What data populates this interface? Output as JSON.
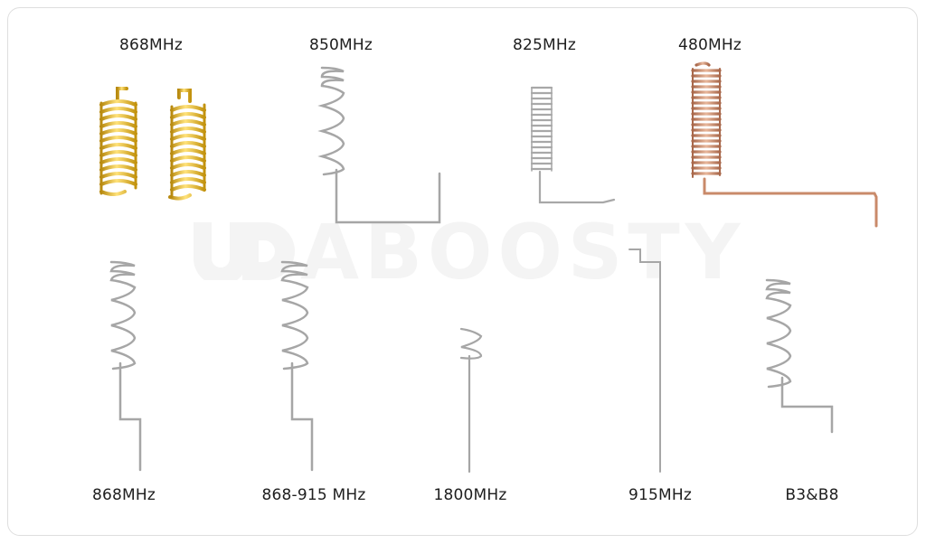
{
  "watermark": {
    "text": "ABOOSTY"
  },
  "top_row": [
    {
      "label": "868MHz",
      "material": "gold",
      "color": "#d9ac1c"
    },
    {
      "label": "850MHz",
      "material": "steel",
      "color": "#a8a8a8"
    },
    {
      "label": "825MHz",
      "material": "steel",
      "color": "#a8a8a8"
    },
    {
      "label": "480MHz",
      "material": "copper",
      "color": "#c98a6a"
    }
  ],
  "bottom_row": [
    {
      "label": "868MHz",
      "material": "steel",
      "color": "#a8a8a8"
    },
    {
      "label": "868-915 MHz",
      "material": "steel",
      "color": "#a8a8a8"
    },
    {
      "label": "1800MHz",
      "material": "steel",
      "color": "#a8a8a8"
    },
    {
      "label": "915MHz",
      "material": "steel",
      "color": "#a8a8a8"
    },
    {
      "label": "B3&B8",
      "material": "steel",
      "color": "#a8a8a8"
    }
  ]
}
